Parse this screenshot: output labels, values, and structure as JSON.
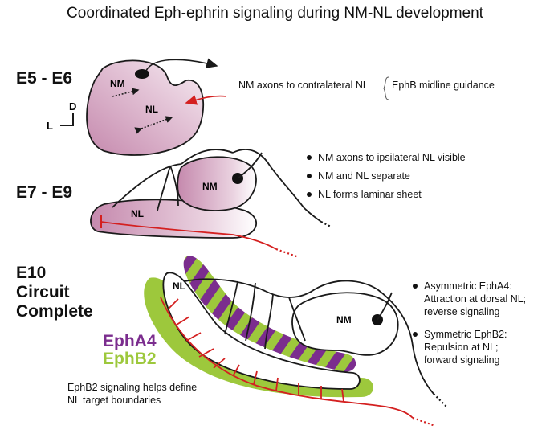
{
  "title": "Coordinated Eph-ephrin signaling during NM-NL development",
  "stages": {
    "e5": "E5 - E6",
    "e7": "E7 - E9",
    "e10": [
      "E10",
      "Circuit",
      "Complete"
    ]
  },
  "labels": {
    "nm": "NM",
    "nl": "NL",
    "dorsal": "D",
    "lateral": "L"
  },
  "notes": {
    "e5_axons": "NM axons to contralateral NL",
    "e5_guidance": "EphB midline guidance",
    "e7_bullets": [
      "NM axons to ipsilateral NL visible",
      "NM and NL separate",
      "NL forms laminar sheet"
    ],
    "e10_bullets": [
      [
        "Asymmetric EphA4:",
        "Attraction at dorsal NL;",
        "reverse signaling"
      ],
      [
        "Symmetric EphB2:",
        "Repulsion at NL;",
        "forward signaling"
      ]
    ],
    "boundaries": [
      "EphB2 signaling helps define",
      "NL target boundaries"
    ]
  },
  "legend": [
    {
      "label": "EphA4",
      "color": "#7b2d8e"
    },
    {
      "label": "EphB2",
      "color": "#9dc83c"
    }
  ],
  "colors": {
    "nucleus_fill": "#d9aecb",
    "axon_red": "#d42020",
    "outline": "#1a1a1a"
  }
}
